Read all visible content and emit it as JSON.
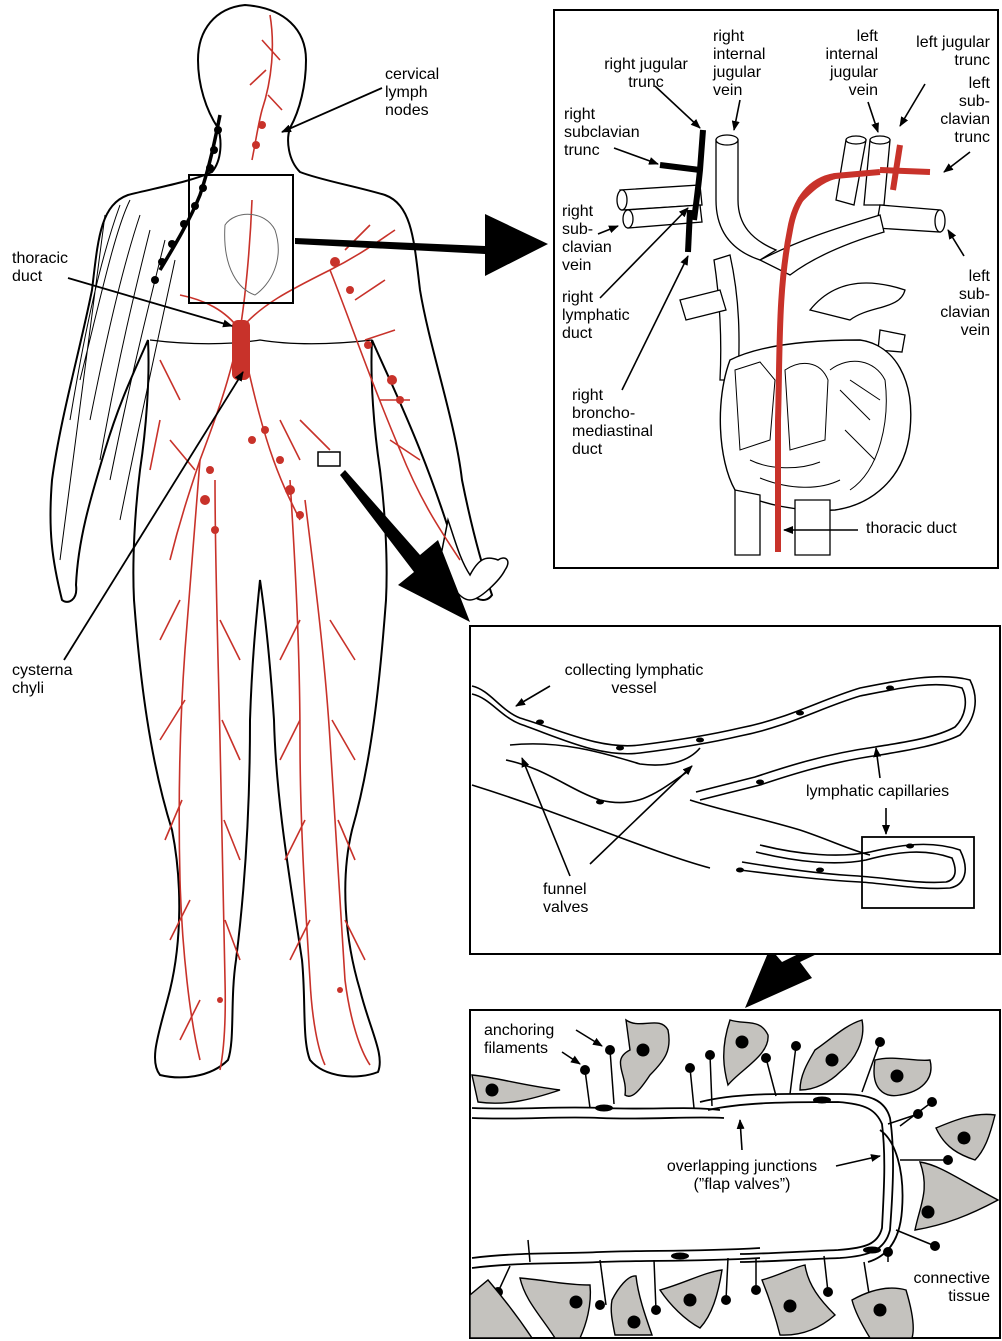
{
  "colors": {
    "lymph": "#c8322a",
    "line": "#000000",
    "cell": "#c4c2be"
  },
  "body_labels": {
    "cervical": "cervical\nlymph\nnodes",
    "thoracic": "thoracic\nduct",
    "cisterna": "cysterna\nchyli"
  },
  "heart_panel": {
    "right_jugular_trunc": "right jugular\ntrunc",
    "right_internal_jugular_vein": "right\ninternal\njugular\nvein",
    "left_internal_jugular_vein": "left\ninternal\njugular\nvein",
    "left_jugular_trunc": "left jugular\ntrunc",
    "left_subclavian_trunc": "left\nsub-\nclavian\ntrunc",
    "right_subclavian_trunc": "right\nsubclavian\ntrunc",
    "right_subclavian_vein": "right\nsub-\nclavian\nvein",
    "right_lymphatic_duct": "right\nlymphatic\nduct",
    "right_bronchomediastinal_duct": "right\nbroncho-\nmediastinal\nduct",
    "left_subclavian_vein": "left\nsub-\nclavian\nvein",
    "thoracic_duct": "thoracic duct"
  },
  "capillary_panel": {
    "collecting_vessel": "collecting lymphatic\nvessel",
    "lymphatic_capillaries": "lymphatic capillaries",
    "funnel_valves": "funnel\nvalves"
  },
  "junction_panel": {
    "anchoring_filaments": "anchoring\nfilaments",
    "overlapping_junctions": "overlapping junctions\n(”flap valves”)",
    "connective_tissue": "connective\ntissue"
  }
}
